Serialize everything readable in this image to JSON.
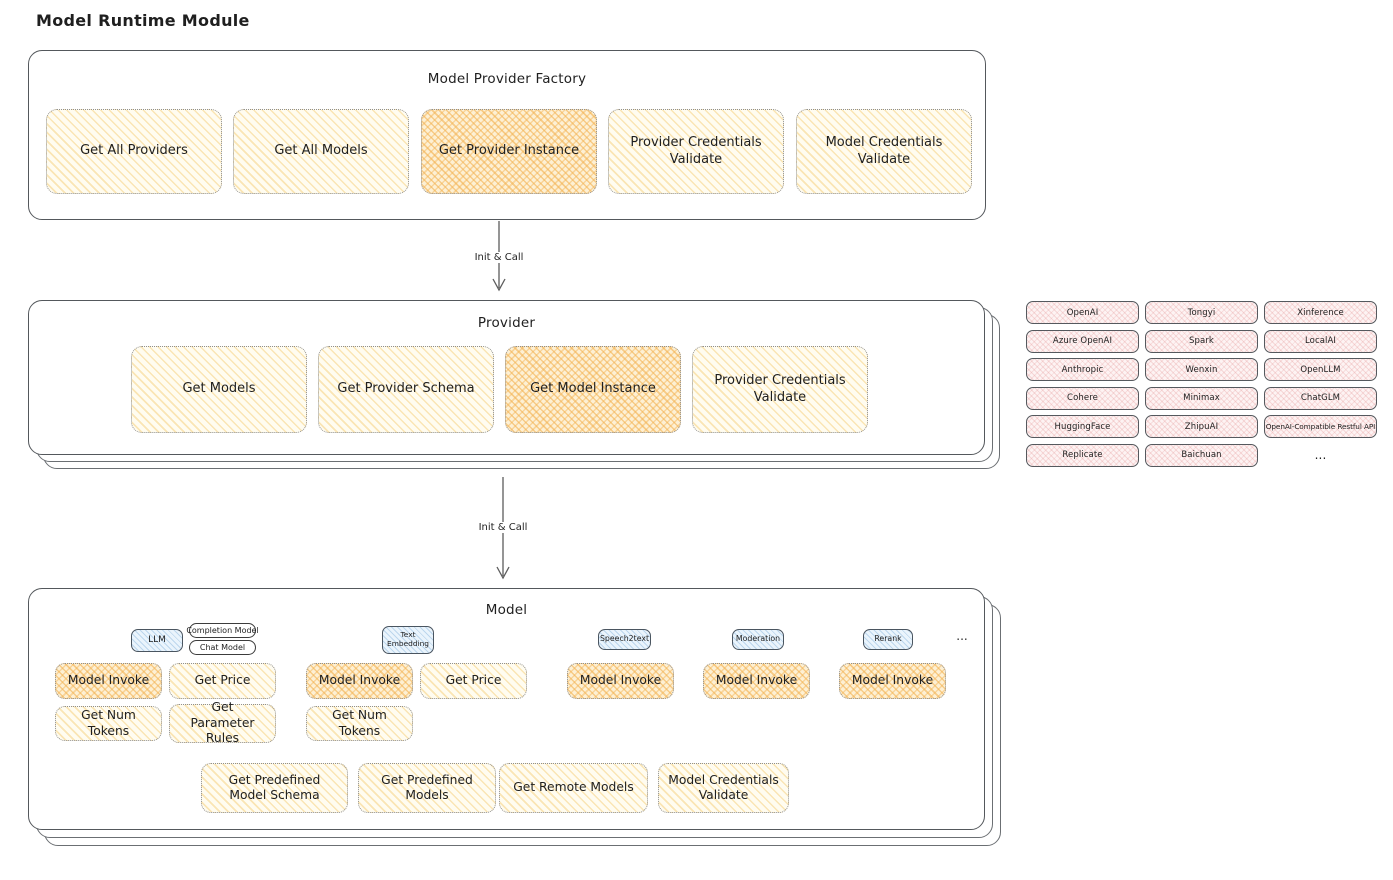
{
  "page": {
    "title": "Model Runtime Module"
  },
  "factory": {
    "title": "Model Provider Factory",
    "boxes": [
      {
        "label": "Get All Providers"
      },
      {
        "label": "Get All Models"
      },
      {
        "label": "Get Provider Instance"
      },
      {
        "label": "Provider Credentials Validate"
      },
      {
        "label": "Model Credentials Validate"
      }
    ]
  },
  "arrows": [
    {
      "label": "Init & Call"
    },
    {
      "label": "Init & Call"
    }
  ],
  "provider": {
    "title": "Provider",
    "boxes": [
      {
        "label": "Get Models"
      },
      {
        "label": "Get Provider Schema"
      },
      {
        "label": "Get Model Instance"
      },
      {
        "label": "Provider Credentials Validate"
      }
    ]
  },
  "providers_grid": {
    "items": [
      {
        "label": "OpenAI"
      },
      {
        "label": "Tongyi"
      },
      {
        "label": "Xinference"
      },
      {
        "label": "Azure OpenAI"
      },
      {
        "label": "Spark"
      },
      {
        "label": "LocalAI"
      },
      {
        "label": "Anthropic"
      },
      {
        "label": "Wenxin"
      },
      {
        "label": "OpenLLM"
      },
      {
        "label": "Cohere"
      },
      {
        "label": "Minimax"
      },
      {
        "label": "ChatGLM"
      },
      {
        "label": "HuggingFace"
      },
      {
        "label": "ZhipuAI"
      },
      {
        "label": "OpenAI-Compatible Restful API"
      },
      {
        "label": "Replicate"
      },
      {
        "label": "Baichuan"
      },
      {
        "label": "..."
      }
    ]
  },
  "model": {
    "title": "Model",
    "tabs": [
      {
        "label": "LLM"
      },
      {
        "label": "Completion Model"
      },
      {
        "label": "Chat Model"
      },
      {
        "label": "Text Embedding"
      },
      {
        "label": "Speech2text"
      },
      {
        "label": "Moderation"
      },
      {
        "label": "Rerank"
      },
      {
        "label": "..."
      }
    ],
    "functions": [
      {
        "label": "Model Invoke"
      },
      {
        "label": "Get Price"
      },
      {
        "label": "Get Num Tokens"
      },
      {
        "label": "Get Parameter Rules"
      },
      {
        "label": "Model Invoke"
      },
      {
        "label": "Get Price"
      },
      {
        "label": "Get Num Tokens"
      },
      {
        "label": "Model Invoke"
      },
      {
        "label": "Model Invoke"
      },
      {
        "label": "Model Invoke"
      }
    ],
    "footer": [
      {
        "label": "Get Predefined Model Schema"
      },
      {
        "label": "Get Predefined Models"
      },
      {
        "label": "Get Remote Models"
      },
      {
        "label": "Model Credentials Validate"
      }
    ]
  },
  "colors": {
    "highlight_orange": "#f3b252",
    "light_yellow": "#fffcf0",
    "provider_pink": "#fdf3f3",
    "tab_blue": "#eaf4fc"
  }
}
